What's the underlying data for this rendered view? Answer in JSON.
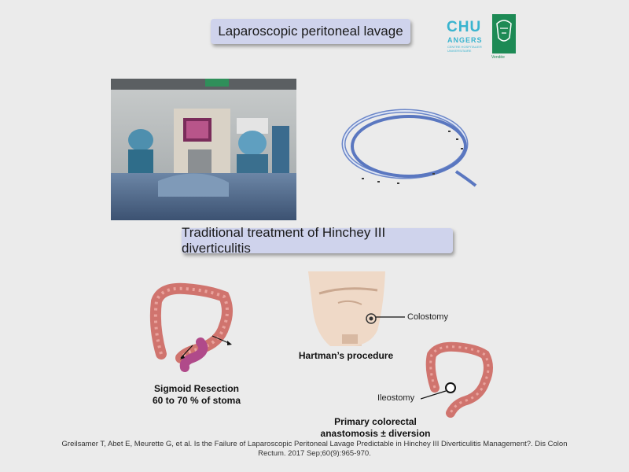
{
  "title": "Laparoscopic peritoneal lavage",
  "subtitle": "Traditional treatment of Hinchey III diverticulitis",
  "logo": {
    "name": "CHU",
    "city": "ANGERS",
    "subline": "CENTRE HOSPITALIER UNIVERSITAIRE",
    "secondary": "Vendée"
  },
  "captions": {
    "sigmoid_line1": "Sigmoid Resection",
    "sigmoid_line2": "60 to 70 % of stoma",
    "hartman": "Hartman’s procedure",
    "primary_line1": "Primary colorectal",
    "primary_line2": "anastomosis ± diversion"
  },
  "labels": {
    "colostomy": "Colostomy",
    "ileostomy": "Ileostomy"
  },
  "reference": {
    "line1": "Greilsamer T, Abet E, Meurette G, et al. Is the Failure of Laparoscopic Peritoneal Lavage Predictable in Hinchey III Diverticulitis Management?.  Dis Colon",
    "line2": "Rectum. 2017 Sep;60(9):965-970."
  },
  "colors": {
    "title_box": "#cfd3ec",
    "logo_blue": "#39b4cf",
    "logo_green": "#1d8a55",
    "colon": "#d0746e"
  }
}
